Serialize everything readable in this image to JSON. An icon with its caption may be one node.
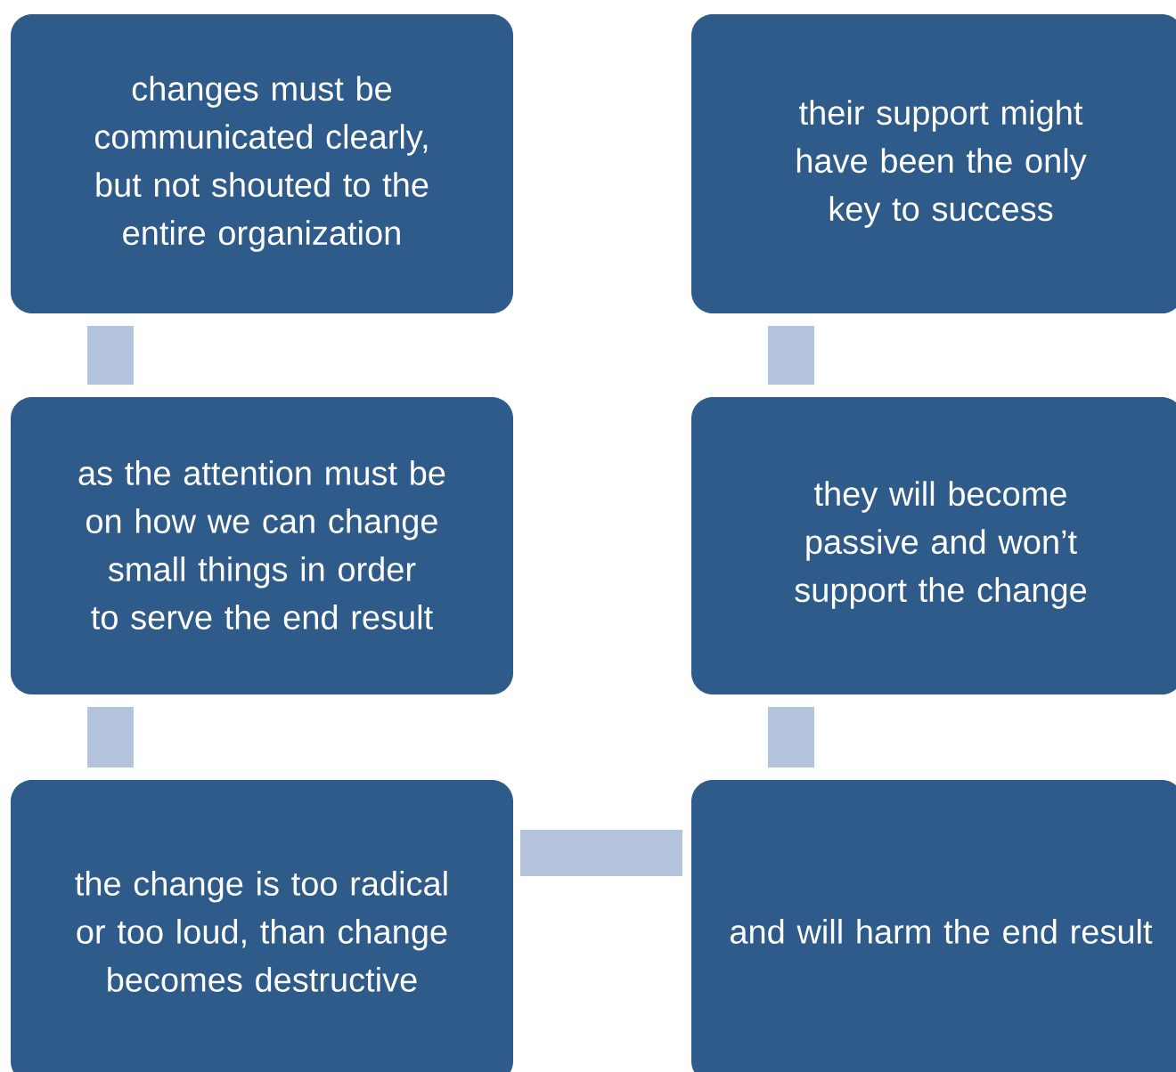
{
  "diagram": {
    "nodes": [
      {
        "text": [
          "changes must be communicated clearly, but not shouted to the entire organization"
        ]
      },
      {
        "text": [
          "their support might have been the only key to success"
        ]
      },
      {
        "text": [
          "as the attention must be on how we can change small things in order to serve the end result"
        ]
      },
      {
        "text": [
          "they will become passive and won’t support the change"
        ]
      },
      {
        "text": [
          "the change is too radical or too loud, than change becomes destructive"
        ]
      },
      {
        "text": [
          "and will harm the end result"
        ]
      }
    ],
    "edges": [
      {
        "from": 0,
        "to": 2,
        "arrow": "none"
      },
      {
        "from": 2,
        "to": 4,
        "arrow": "none"
      },
      {
        "from": 4,
        "to": 5,
        "arrow": "none"
      },
      {
        "from": 5,
        "to": 3,
        "arrow": "none"
      },
      {
        "from": 3,
        "to": 1,
        "arrow": "none"
      }
    ]
  }
}
